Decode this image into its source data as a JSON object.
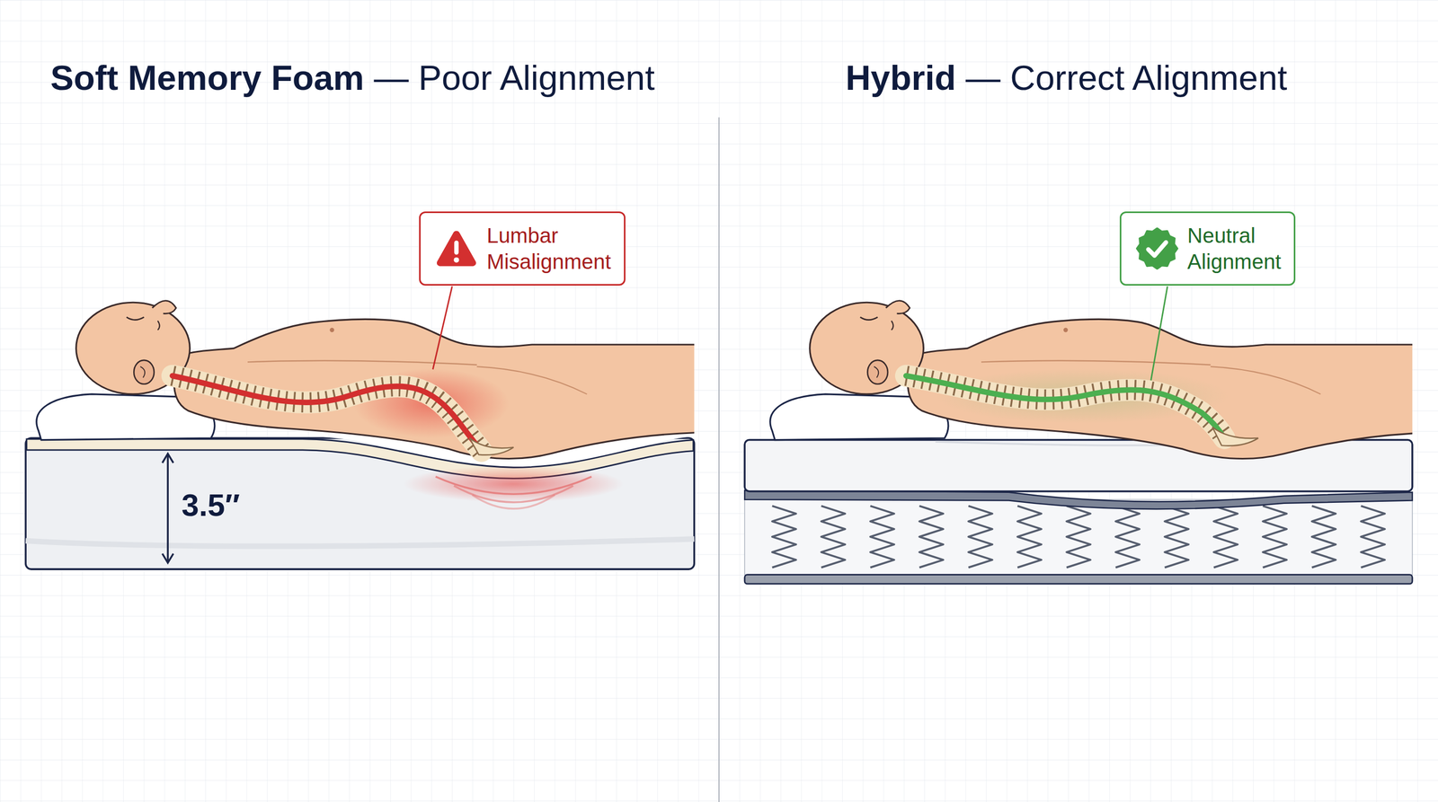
{
  "diagram": {
    "nodes": [
      {
        "text": [
          "Lumbar Misalignment"
        ]
      },
      {
        "text": [
          "Neutral Alignment"
        ]
      }
    ],
    "labels": [
      "Soft Memory Foam",
      "— Poor Alignment",
      "Hybrid",
      "— Correct Alignment",
      "3.5″"
    ]
  }
}
